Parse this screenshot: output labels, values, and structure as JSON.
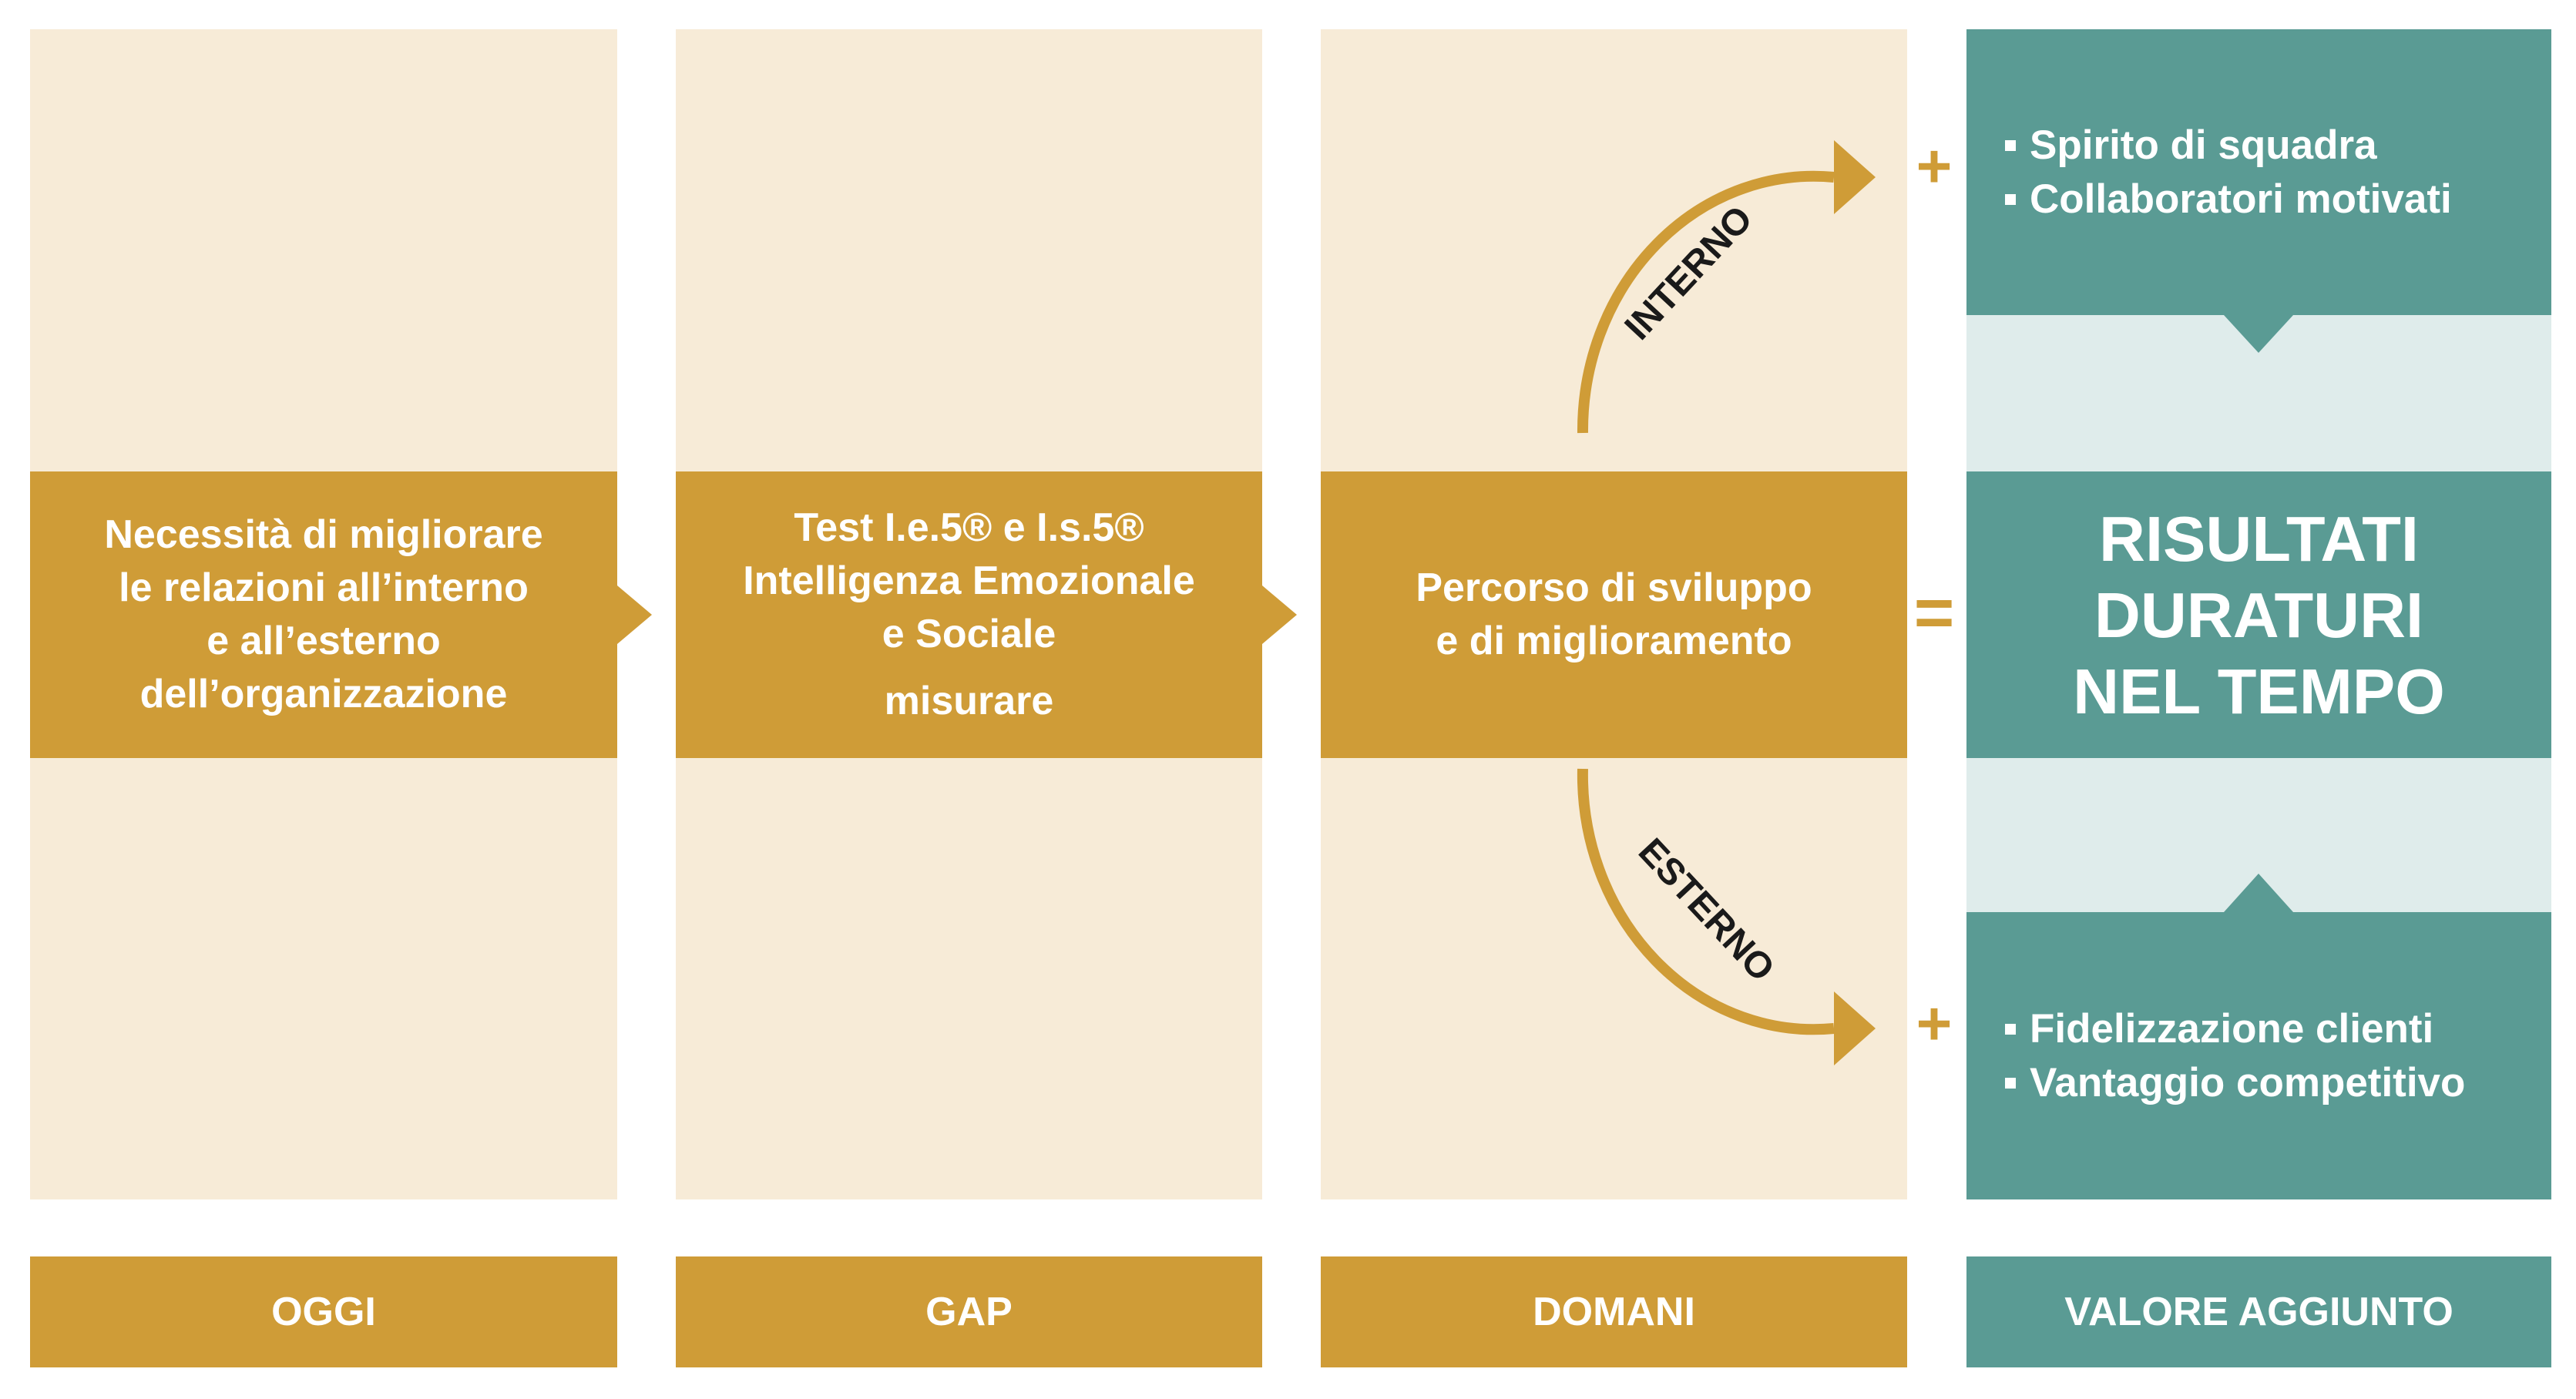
{
  "columns": [
    {
      "heading": "OGGI",
      "text": [
        "Necessità di migliorare",
        "le relazioni all’interno",
        "e all’esterno",
        "dell’organizzazione"
      ]
    },
    {
      "heading": "GAP",
      "text": [
        "Test I.e.5® e I.s.5®",
        "Intelligenza Emozionale",
        "e Sociale",
        "misurare"
      ]
    },
    {
      "heading": "DOMANI",
      "text": [
        "Percorso di sviluppo",
        "e di miglioramento"
      ]
    },
    {
      "heading": "VALORE AGGIUNTO"
    }
  ],
  "arrows": {
    "upper_label": "INTERNO",
    "lower_label": "ESTERNO"
  },
  "benefits": {
    "internal": [
      "Spirito di squadra",
      "Collaboratori motivati"
    ],
    "external": [
      "Fidelizzazione clienti",
      "Vantaggio competitivo"
    ]
  },
  "result": [
    "RISULTATI",
    "DURATURI",
    "NEL TEMPO"
  ],
  "operators": {
    "plus": "+",
    "equals": "="
  },
  "colors": {
    "cream": "#f7ebd7",
    "gold": "#cf9c37",
    "teal": "#5a9b94",
    "light_teal": "#dfeceb"
  }
}
